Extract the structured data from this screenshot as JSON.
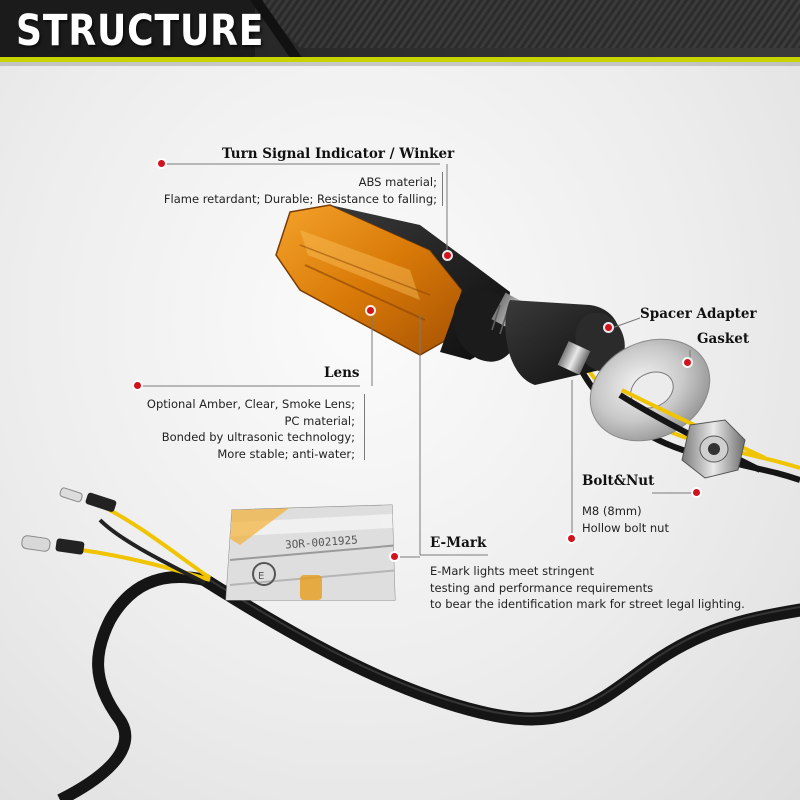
{
  "banner": {
    "title": "STRUCTURE"
  },
  "colors": {
    "accent": "#d2121d",
    "banner_stripe": "#c8d400",
    "amber_lens": "#e08a10",
    "housing": "#1e1e1e"
  },
  "callouts": {
    "turn_signal": {
      "title": "Turn Signal Indicator / Winker",
      "lines": [
        "ABS material;",
        "Flame retardant;  Durable;  Resistance to falling;"
      ]
    },
    "lens": {
      "title": "Lens",
      "lines": [
        "Optional Amber, Clear, Smoke Lens;",
        "PC material;",
        "Bonded by ultrasonic technology;",
        "More stable; anti-water;"
      ]
    },
    "spacer_adapter": {
      "title": "Spacer Adapter"
    },
    "gasket": {
      "title": "Gasket"
    },
    "bolt_nut": {
      "title": "Bolt&Nut",
      "lines": [
        "M8  (8mm)",
        "Hollow bolt nut"
      ]
    },
    "emark": {
      "title": "E-Mark",
      "lines": [
        "E-Mark lights meet stringent",
        "testing and performance requirements",
        "to bear the identification mark for street legal lighting."
      ]
    }
  },
  "inset": {
    "lens_marking": "3OR-0021925"
  }
}
